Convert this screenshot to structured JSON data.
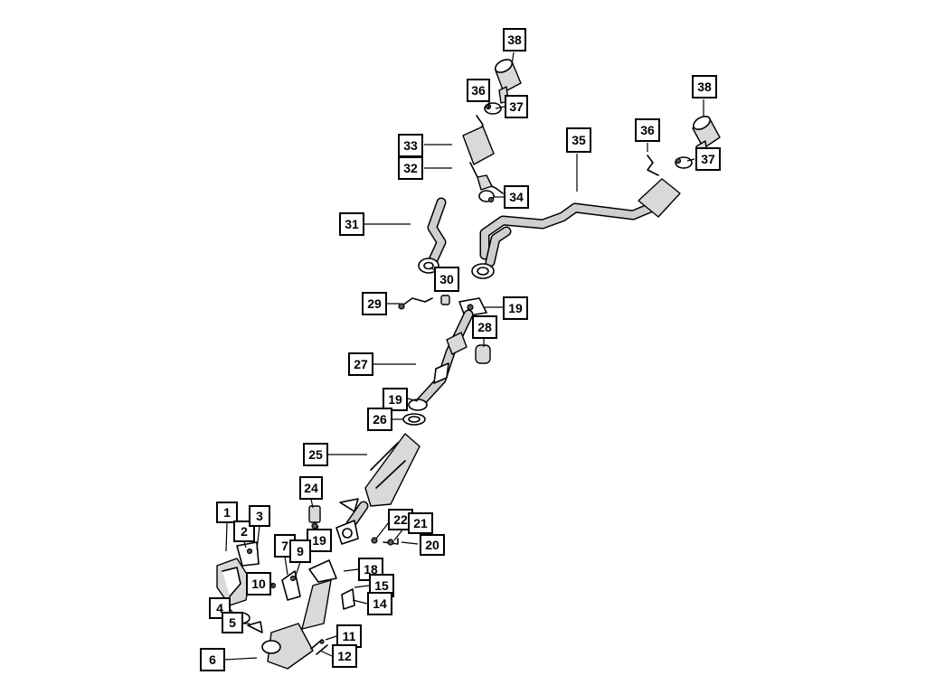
{
  "callouts": {
    "c1": "1",
    "c2": "2",
    "c3": "3",
    "c4": "4",
    "c5": "5",
    "c6": "6",
    "c7": "7",
    "c9": "9",
    "c10": "10",
    "c11": "11",
    "c12": "12",
    "c14": "14",
    "c15": "15",
    "c18": "18",
    "c19a": "19",
    "c19b": "19",
    "c19c": "19",
    "c20": "20",
    "c21": "21",
    "c22": "22",
    "c24": "24",
    "c25": "25",
    "c26": "26",
    "c27": "27",
    "c28": "28",
    "c29": "29",
    "c30": "30",
    "c31": "31",
    "c32": "32",
    "c33": "33",
    "c34": "34",
    "c35": "35",
    "c36a": "36",
    "c36b": "36",
    "c37a": "37",
    "c37b": "37",
    "c38a": "38",
    "c38b": "38"
  }
}
